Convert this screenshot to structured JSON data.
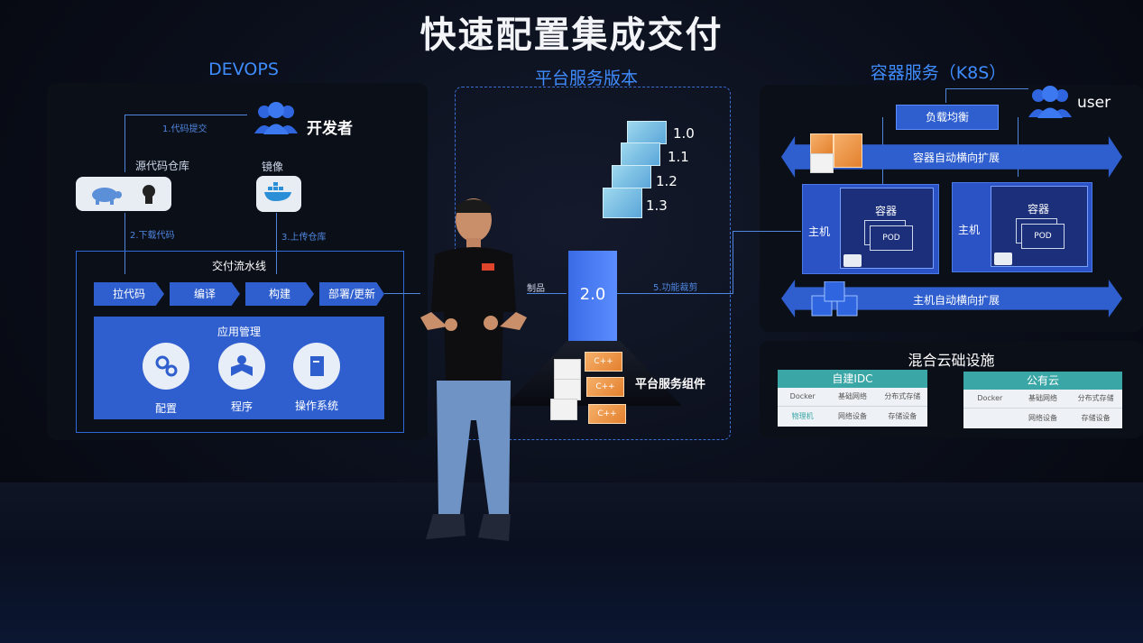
{
  "title": "快速配置集成交付",
  "devops": {
    "title": "DEVOPS",
    "developer": "开发者",
    "step1": "1.代码提交",
    "repo": "源代码仓库",
    "mirror": "镜像",
    "step2": "2.下载代码",
    "step3": "3.上传仓库",
    "pipeline_title": "交付流水线",
    "stages": [
      "拉代码",
      "编译",
      "构建",
      "部署/更新"
    ],
    "app_mgmt": "应用管理",
    "apps": [
      {
        "label": "配置",
        "icon": "gears-icon"
      },
      {
        "label": "程序",
        "icon": "reader-icon"
      },
      {
        "label": "操作系统",
        "icon": "document-icon"
      }
    ]
  },
  "platform": {
    "title": "平台服务版本",
    "versions": [
      "1.0",
      "1.1",
      "1.2",
      "1.3"
    ],
    "main_version": "2.0",
    "step4": "制品",
    "step5": "5.功能裁剪",
    "components_label": "平台服务组件",
    "component_tag": "C++"
  },
  "k8s": {
    "title": "容器服务（K8S）",
    "user": "user",
    "load_balance": "负载均衡",
    "container_scale": "容器自动横向扩展",
    "host": "主机",
    "container": "容器",
    "pod": "POD",
    "host_scale": "主机自动横向扩展"
  },
  "hybrid": {
    "title": "混合云础设施",
    "clouds": [
      {
        "name": "自建IDC",
        "cols": [
          "Docker",
          "基础网络",
          "分布式存储"
        ],
        "row2": [
          "物理机",
          "网络设备",
          "存储设备"
        ]
      },
      {
        "name": "公有云",
        "cols": [
          "Docker",
          "基础网络",
          "分布式存储"
        ],
        "row2": [
          "",
          "网络设备",
          "存储设备"
        ]
      }
    ]
  }
}
